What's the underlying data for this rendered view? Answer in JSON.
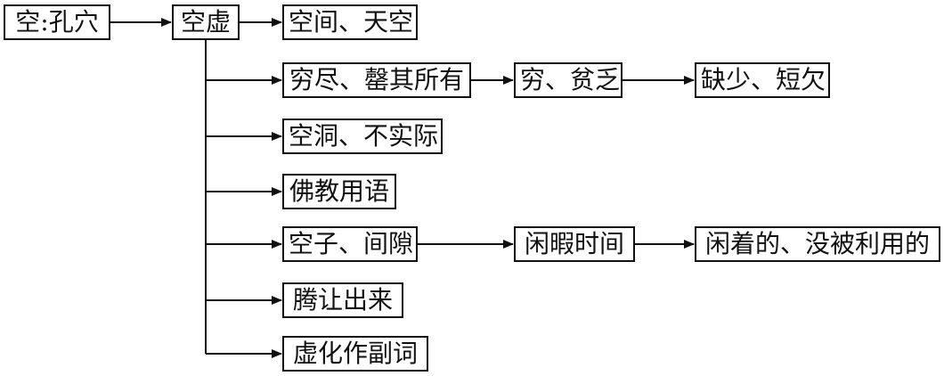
{
  "diagram": {
    "nodes": {
      "root": "空:孔穴",
      "hub": "空虚",
      "space": "空间、天空",
      "exhaust": "穷尽、罄其所有",
      "poor": "穷、贫乏",
      "lack": "缺少、短欠",
      "hollow": "空洞、不实际",
      "buddhist": "佛教用语",
      "gap": "空子、间隙",
      "leisure": "闲暇时间",
      "idle": "闲着的、没被利用的",
      "vacate": "腾让出来",
      "function_word": "虚化作副词"
    },
    "edges": [
      [
        "root",
        "hub"
      ],
      [
        "hub",
        "space"
      ],
      [
        "hub",
        "exhaust"
      ],
      [
        "exhaust",
        "poor"
      ],
      [
        "poor",
        "lack"
      ],
      [
        "hub",
        "hollow"
      ],
      [
        "hub",
        "buddhist"
      ],
      [
        "hub",
        "gap"
      ],
      [
        "gap",
        "leisure"
      ],
      [
        "leisure",
        "idle"
      ],
      [
        "hub",
        "vacate"
      ],
      [
        "hub",
        "function_word"
      ]
    ],
    "line_color": "#111111"
  }
}
